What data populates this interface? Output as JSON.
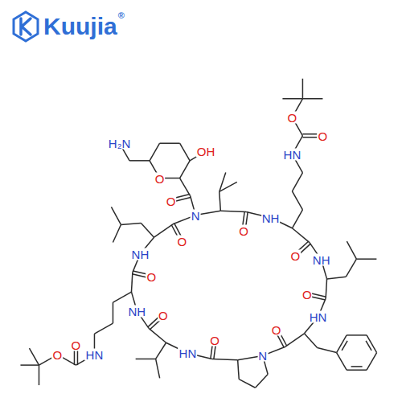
{
  "diagram": {
    "labels": [
      "Kuujia",
      "®",
      "H₂N",
      "OH",
      "O",
      "O",
      "HN",
      "O",
      "O",
      "N",
      "O",
      "NH",
      "O",
      "NH",
      "O",
      "HN",
      "O",
      "N",
      "O",
      "HN",
      "O",
      "NH",
      "O",
      "NH",
      "O",
      "HN",
      "O",
      "O"
    ]
  }
}
